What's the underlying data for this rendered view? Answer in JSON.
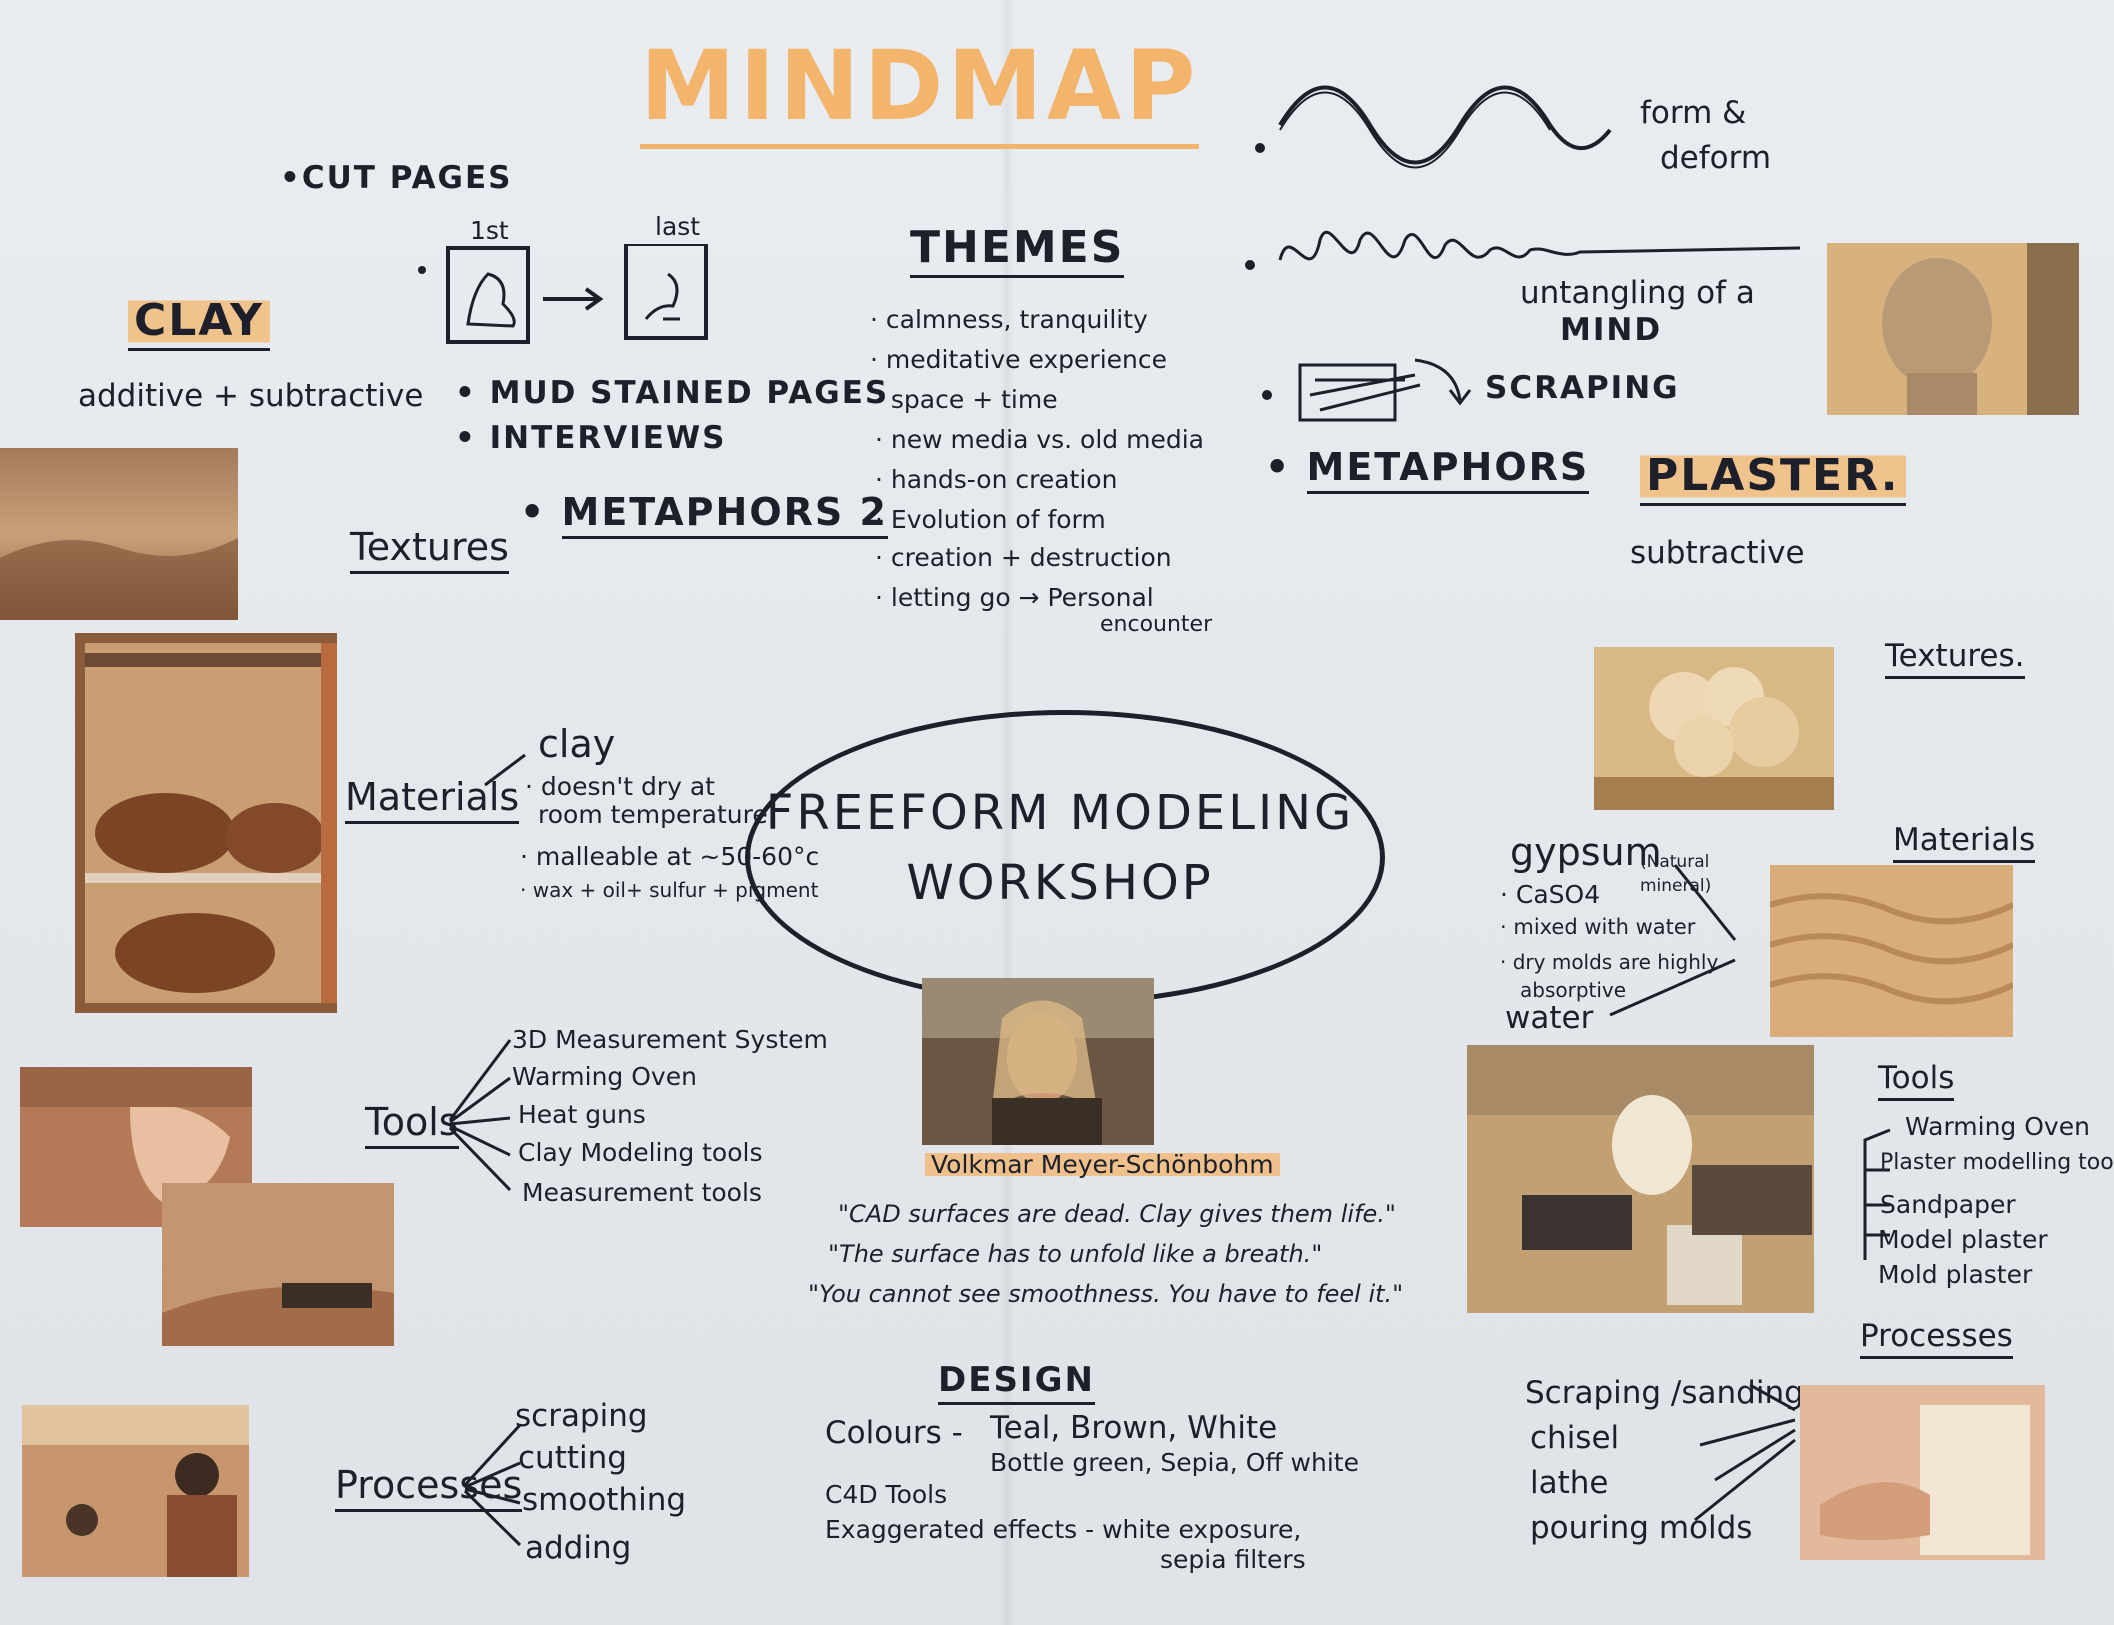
{
  "title": "MINDMAP",
  "center": {
    "line1": "FREEFORM MODELING",
    "line2": "WORKSHOP"
  },
  "clay": {
    "heading": "CLAY",
    "subheading": "additive + subtractive",
    "cut_pages": "CUT PAGES",
    "first_label": "1st",
    "last_label": "last",
    "mud_stained": "MUD STAINED PAGES",
    "interviews": "INTERVIEWS",
    "metaphors2": "METAPHORS 2",
    "textures": "Textures",
    "materials": "Materials",
    "materials_items": [
      "clay",
      "doesn't dry at",
      "room temperature",
      "malleable at ~50-60°c",
      "wax + oil+ sulfur + pigment"
    ],
    "tools": "Tools",
    "tools_items": [
      "3D Measurement System",
      "Warming Oven",
      "Heat guns",
      "Clay Modeling tools",
      "Measurement tools"
    ],
    "processes": "Processes",
    "processes_items": [
      "scraping",
      "cutting",
      "smoothing",
      "adding"
    ]
  },
  "themes": {
    "heading": "THEMES",
    "items": [
      "calmness, tranquility",
      "meditative experience",
      "space + time",
      "new media vs. old media",
      "hands-on creation",
      "Evolution of form",
      "creation + destruction",
      "letting go → Personal",
      "encounter"
    ]
  },
  "metaphors": {
    "form_label_1": "form &",
    "form_label_2": "deform",
    "untangling_1": "untangling of a",
    "untangling_2": "MIND",
    "scraping": "SCRAPING",
    "heading": "METAPHORS"
  },
  "plaster": {
    "heading": "PLASTER.",
    "subheading": "subtractive",
    "textures": "Textures.",
    "materials": "Materials",
    "materials_items": [
      "gypsum",
      "CaSO4",
      "(Natural",
      "mineral)",
      "mixed with water",
      "dry molds are highly",
      "absorptive",
      "water"
    ],
    "tools": "Tools",
    "tools_items": [
      "Warming Oven",
      "Plaster modelling tools",
      "Sandpaper",
      "Model plaster",
      "Mold plaster"
    ],
    "processes": "Processes",
    "processes_items": [
      "Scraping /sanding",
      "chisel",
      "lathe",
      "pouring molds"
    ]
  },
  "person": {
    "name": "Volkmar Meyer-Schönbohm",
    "quotes": [
      "\"CAD surfaces are dead. Clay gives them life.\"",
      "\"The surface has to unfold like a breath.\"",
      "\"You cannot see smoothness. You have to feel it.\""
    ]
  },
  "design": {
    "heading": "DESIGN",
    "colours_label": "Colours -",
    "colours_1": "Teal, Brown, White",
    "colours_2": "Bottle green, Sepia, Off white",
    "tools_label": "C4D Tools",
    "effects": "Exaggerated effects - white exposure,",
    "effects_2": "sepia filters"
  }
}
